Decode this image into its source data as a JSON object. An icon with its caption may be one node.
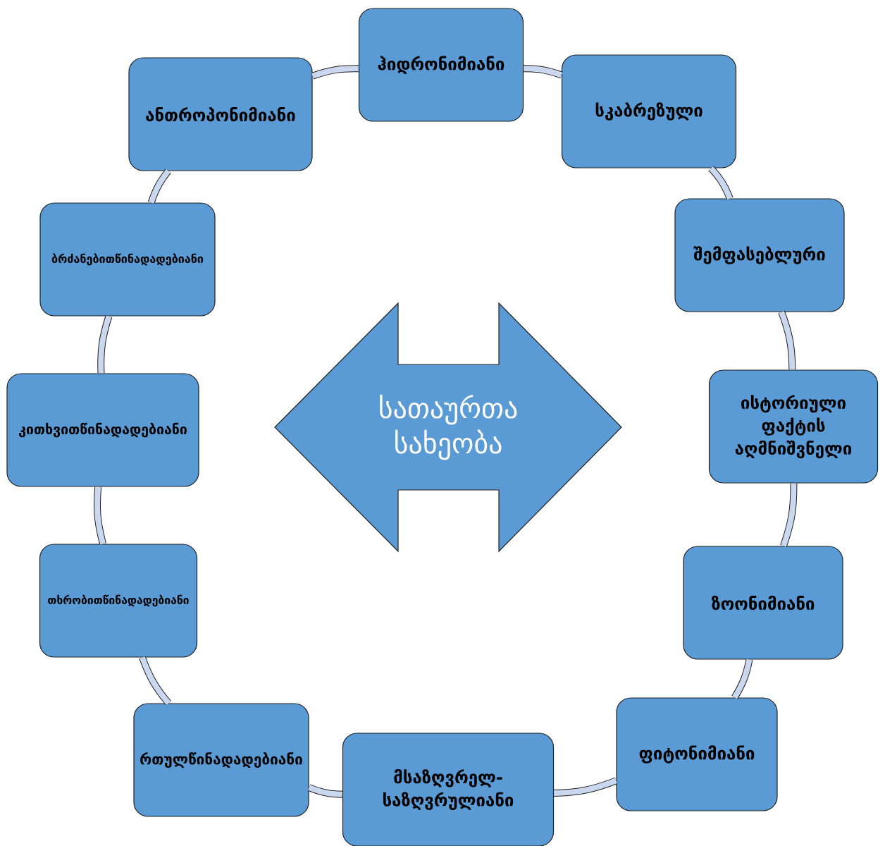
{
  "diagram": {
    "nodes": [
      {
        "text": [
          "სათაურთა სახეობა"
        ]
      },
      {
        "text": [
          "ჰიდრონიმიანი"
        ]
      },
      {
        "text": [
          "სკაბრეზული"
        ]
      },
      {
        "text": [
          "შემფასებლური"
        ]
      },
      {
        "text": [
          "ისტორიული ფაქტის აღმნიშვნელი"
        ]
      },
      {
        "text": [
          "ზოონიმიანი"
        ]
      },
      {
        "text": [
          "ფიტონიმიანი"
        ]
      },
      {
        "text": [
          "მსაზღვრელ- საზღვრულიანი"
        ]
      },
      {
        "text": [
          "რთულწინადადებიანი"
        ]
      },
      {
        "text": [
          "თხრობითწინადადებიანი"
        ]
      },
      {
        "text": [
          "კითხვითწინადადებიანი"
        ]
      },
      {
        "text": [
          "ბრძანებითწინადადებიანი"
        ]
      },
      {
        "text": [
          "ანთროპონიმიანი"
        ]
      }
    ],
    "edges": [
      {
        "from": 1,
        "to": 2,
        "arrow": "none"
      },
      {
        "from": 2,
        "to": 3,
        "arrow": "none"
      },
      {
        "from": 3,
        "to": 4,
        "arrow": "none"
      },
      {
        "from": 4,
        "to": 5,
        "arrow": "none"
      },
      {
        "from": 5,
        "to": 6,
        "arrow": "none"
      },
      {
        "from": 6,
        "to": 7,
        "arrow": "none"
      },
      {
        "from": 7,
        "to": 8,
        "arrow": "none"
      },
      {
        "from": 8,
        "to": 9,
        "arrow": "none"
      },
      {
        "from": 9,
        "to": 10,
        "arrow": "none"
      },
      {
        "from": 10,
        "to": 11,
        "arrow": "none"
      },
      {
        "from": 11,
        "to": 12,
        "arrow": "none"
      },
      {
        "from": 12,
        "to": 1,
        "arrow": "none"
      }
    ]
  }
}
